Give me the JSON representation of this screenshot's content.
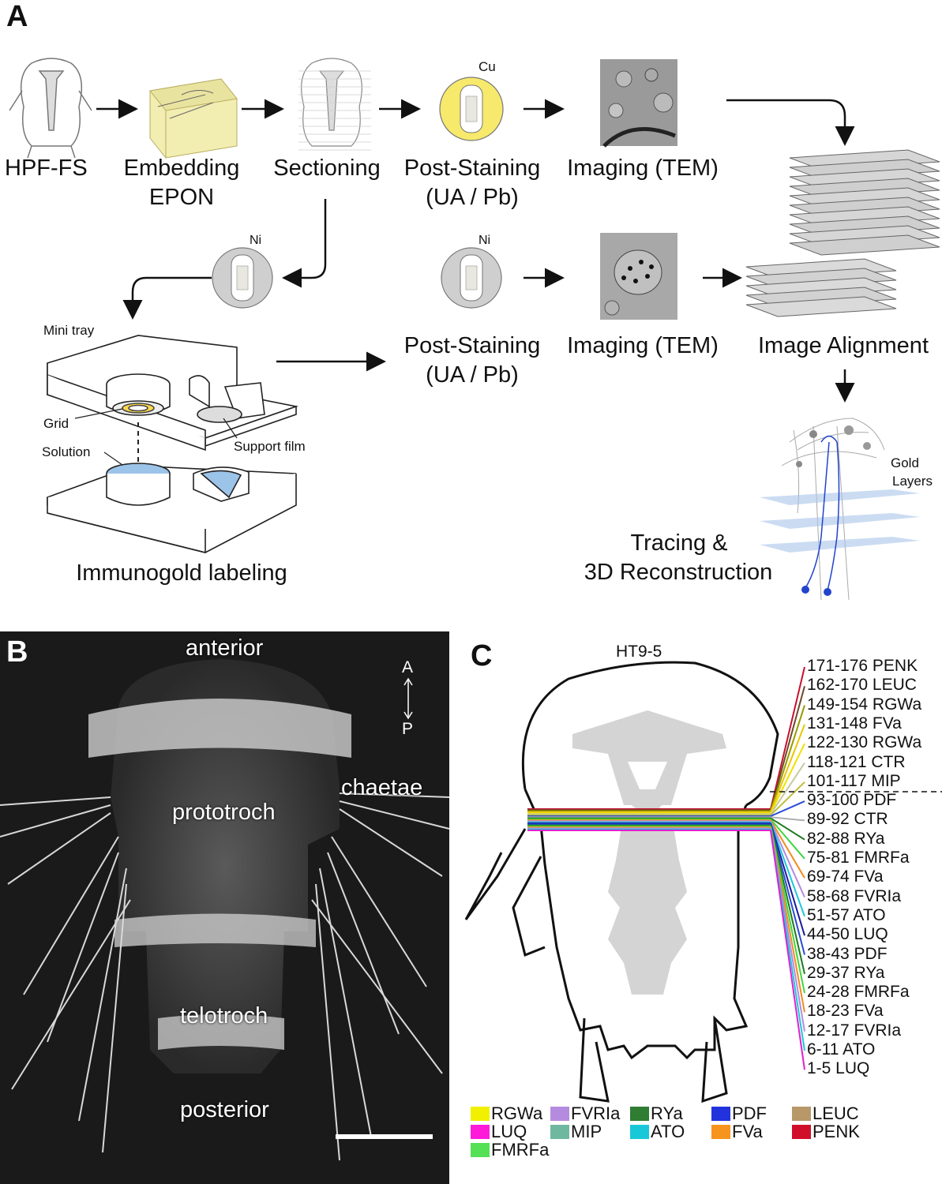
{
  "panel_a": {
    "letter": "A",
    "steps": {
      "hpf": "HPF-FS",
      "embedding_line1": "Embedding",
      "embedding_line2": "EPON",
      "sectioning": "Sectioning",
      "poststain_top_line1": "Post-Staining",
      "poststain_top_line2": "(UA / Pb)",
      "imaging_top": "Imaging (TEM)",
      "poststain_bottom_line1": "Post-Staining",
      "poststain_bottom_line2": "(UA / Pb)",
      "imaging_bottom": "Imaging (TEM)",
      "alignment": "Image Alignment",
      "immunogold": "Immunogold labeling",
      "tracing_line1": "Tracing &",
      "tracing_line2": "3D Reconstruction"
    },
    "grid_labels": {
      "cu": "Cu",
      "ni_left": "Ni",
      "ni_right": "Ni"
    },
    "tray_labels": {
      "mini_tray": "Mini tray",
      "grid": "Grid",
      "solution": "Solution",
      "support_film": "Support film"
    },
    "gold_layers_line1": "Gold",
    "gold_layers_line2": "Layers"
  },
  "panel_b": {
    "letter": "B",
    "anterior": "anterior",
    "posterior": "posterior",
    "prototroch": "prototroch",
    "telotroch": "telotroch",
    "chaetae": "chaetae",
    "axis_a": "A",
    "axis_p": "P"
  },
  "panel_c": {
    "letter": "C",
    "title": "HT9-5",
    "sections_above": [
      {
        "label": "171-176 PENK",
        "color": "#c8102e"
      },
      {
        "label": "162-170 LEUC",
        "color": "#6b4a2a"
      },
      {
        "label": "149-154 RGWa",
        "color": "#9a9a00"
      },
      {
        "label": "131-148 FVa",
        "color": "#e6c800"
      },
      {
        "label": "122-130 RGWa",
        "color": "#f0e000"
      },
      {
        "label": "118-121 CTR",
        "color": "#c8c8a0"
      },
      {
        "label": "101-117 MIP",
        "color": "#bdbd3a"
      }
    ],
    "sections_below": [
      {
        "label": "93-100 PDF",
        "color": "#2a4bd7"
      },
      {
        "label": "89-92 CTR",
        "color": "#b0b0b0"
      },
      {
        "label": "82-88 RYa",
        "color": "#1f7a1f"
      },
      {
        "label": "75-81 FMRFa",
        "color": "#3ed63e"
      },
      {
        "label": "69-74 FVa",
        "color": "#f08c1e"
      },
      {
        "label": "58-68 FVRIa",
        "color": "#b58be0"
      },
      {
        "label": "51-57 ATO",
        "color": "#1cc8d8"
      },
      {
        "label": "44-50 LUQ",
        "color": "#1a1aa0"
      },
      {
        "label": "38-43 PDF",
        "color": "#2a4bd7"
      },
      {
        "label": "29-37 RYa",
        "color": "#1f7a1f"
      },
      {
        "label": "24-28 FMRFa",
        "color": "#3ed63e"
      },
      {
        "label": "18-23 FVa",
        "color": "#f08c1e"
      },
      {
        "label": "12-17 FVRIa",
        "color": "#b58be0"
      },
      {
        "label": "6-11 ATO",
        "color": "#1cc8d8"
      },
      {
        "label": "1-5 LUQ",
        "color": "#e020d0"
      }
    ],
    "legend": [
      {
        "label": "RGWa",
        "color": "#f0f000"
      },
      {
        "label": "FVRIa",
        "color": "#b58be0"
      },
      {
        "label": "RYa",
        "color": "#2e7d32"
      },
      {
        "label": "PDF",
        "color": "#2233dd"
      },
      {
        "label": "LEUC",
        "color": "#b89868"
      },
      {
        "label": "LUQ",
        "color": "#ff1ad9"
      },
      {
        "label": "MIP",
        "color": "#6fb8a0"
      },
      {
        "label": "ATO",
        "color": "#18c8d8"
      },
      {
        "label": "FVa",
        "color": "#f7941d"
      },
      {
        "label": "PENK",
        "color": "#d0102a"
      },
      {
        "label": "FMRFa",
        "color": "#55e055"
      }
    ]
  }
}
